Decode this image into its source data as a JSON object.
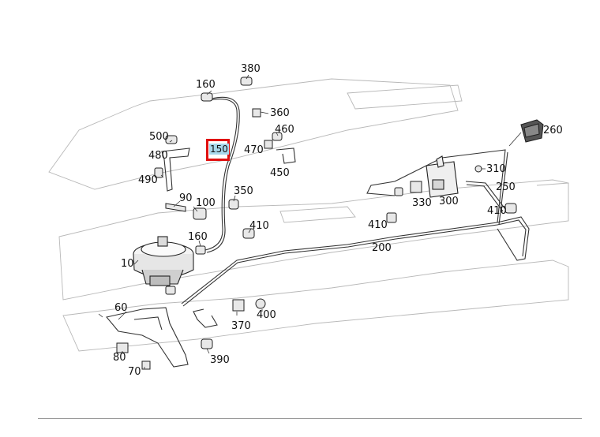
{
  "selected_callout": "150",
  "highlight_color": "#e01010",
  "selected_fill": "#a8d8ec",
  "callouts": {
    "c380": "380",
    "c160a": "160",
    "c360": "360",
    "c460": "460",
    "c500": "500",
    "c470": "470",
    "c260": "260",
    "c480": "480",
    "c150": "150",
    "c450": "450",
    "c310": "310",
    "c490": "490",
    "c90": "90",
    "c100": "100",
    "c350": "350",
    "c250": "250",
    "c330": "330",
    "c300": "300",
    "c410a": "410",
    "c410b": "410",
    "c410c": "410",
    "c160b": "160",
    "c200": "200",
    "c10": "10",
    "c60": "60",
    "c370": "370",
    "c400": "400",
    "c80": "80",
    "c390": "390",
    "c70": "70"
  }
}
